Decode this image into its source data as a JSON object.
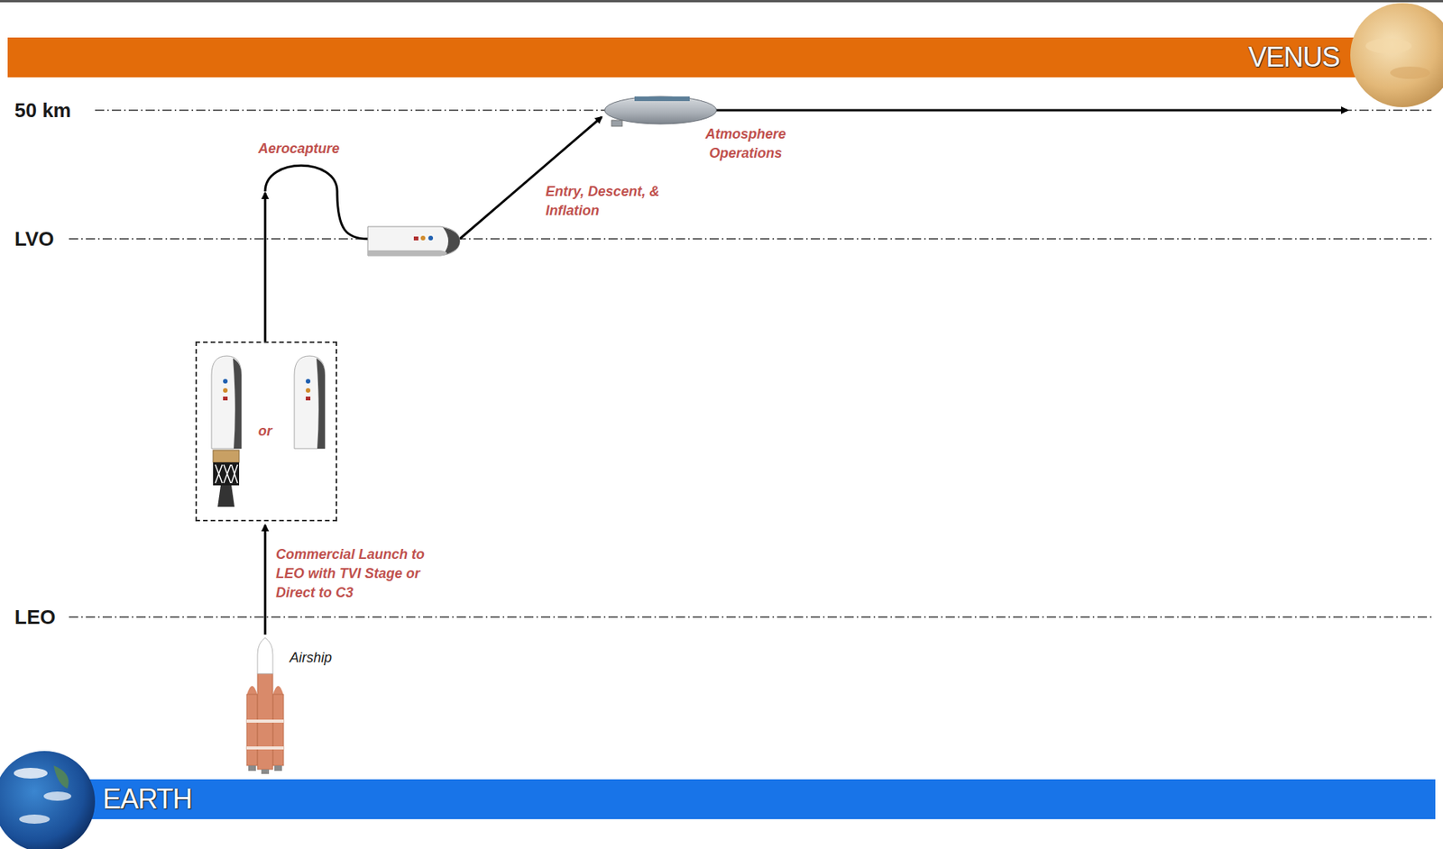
{
  "diagram": {
    "nodes": [
      {
        "text": [
          "VENUS"
        ]
      },
      {
        "text": [
          "or"
        ]
      },
      {
        "text": [
          "EARTH"
        ]
      }
    ],
    "labels": [
      "50 km",
      "LVO",
      "LEO",
      "Aerocapture",
      "Atmosphere Operations",
      "Entry, Descent, & Inflation",
      "Commercial Launch to LEO with TVI Stage or Direct to C3",
      "Airship"
    ]
  }
}
